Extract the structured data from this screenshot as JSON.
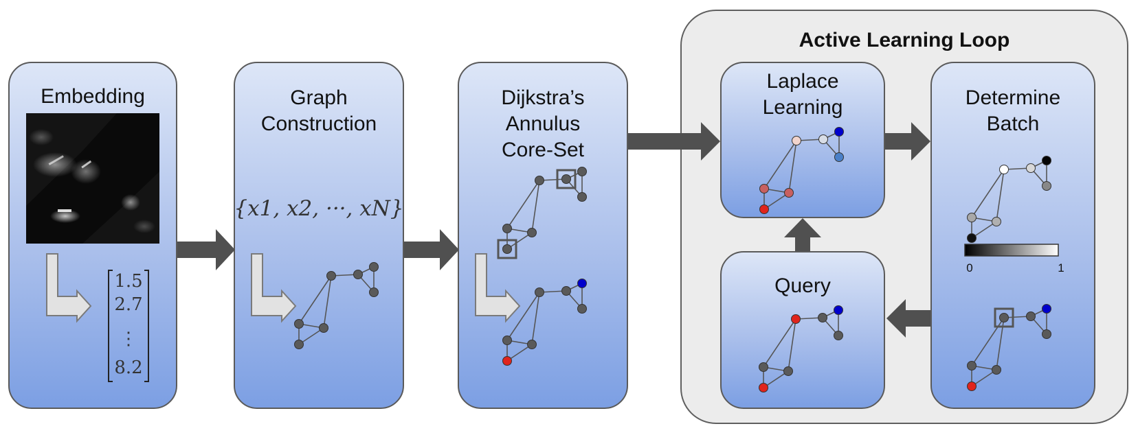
{
  "loop": {
    "title": "Active Learning Loop"
  },
  "boxes": {
    "embedding": {
      "title": "Embedding"
    },
    "graph": {
      "title_line1": "Graph",
      "title_line2": "Construction",
      "set_notation": "{x1, x2, ···, xN}"
    },
    "dijkstra": {
      "title_line1": "Dijkstra’s",
      "title_line2": "Annulus",
      "title_line3": "Core-Set"
    },
    "laplace": {
      "title_line1": "Laplace",
      "title_line2": "Learning"
    },
    "batch": {
      "title_line1": "Determine",
      "title_line2": "Batch"
    },
    "query": {
      "title": "Query"
    }
  },
  "vector": {
    "v1": "1.5",
    "v2": "2.7",
    "vdots": "⋮",
    "v4": "8.2"
  },
  "colorbar": {
    "min_label": "0",
    "max_label": "1"
  },
  "colors": {
    "node_gray": "#5a5a5a",
    "node_red": "#e0241c",
    "node_blue": "#0000cc",
    "box_top": "#dde6f7",
    "box_bottom": "#7c9fe3",
    "loop_bg": "#ececec",
    "arrow": "#505050"
  }
}
